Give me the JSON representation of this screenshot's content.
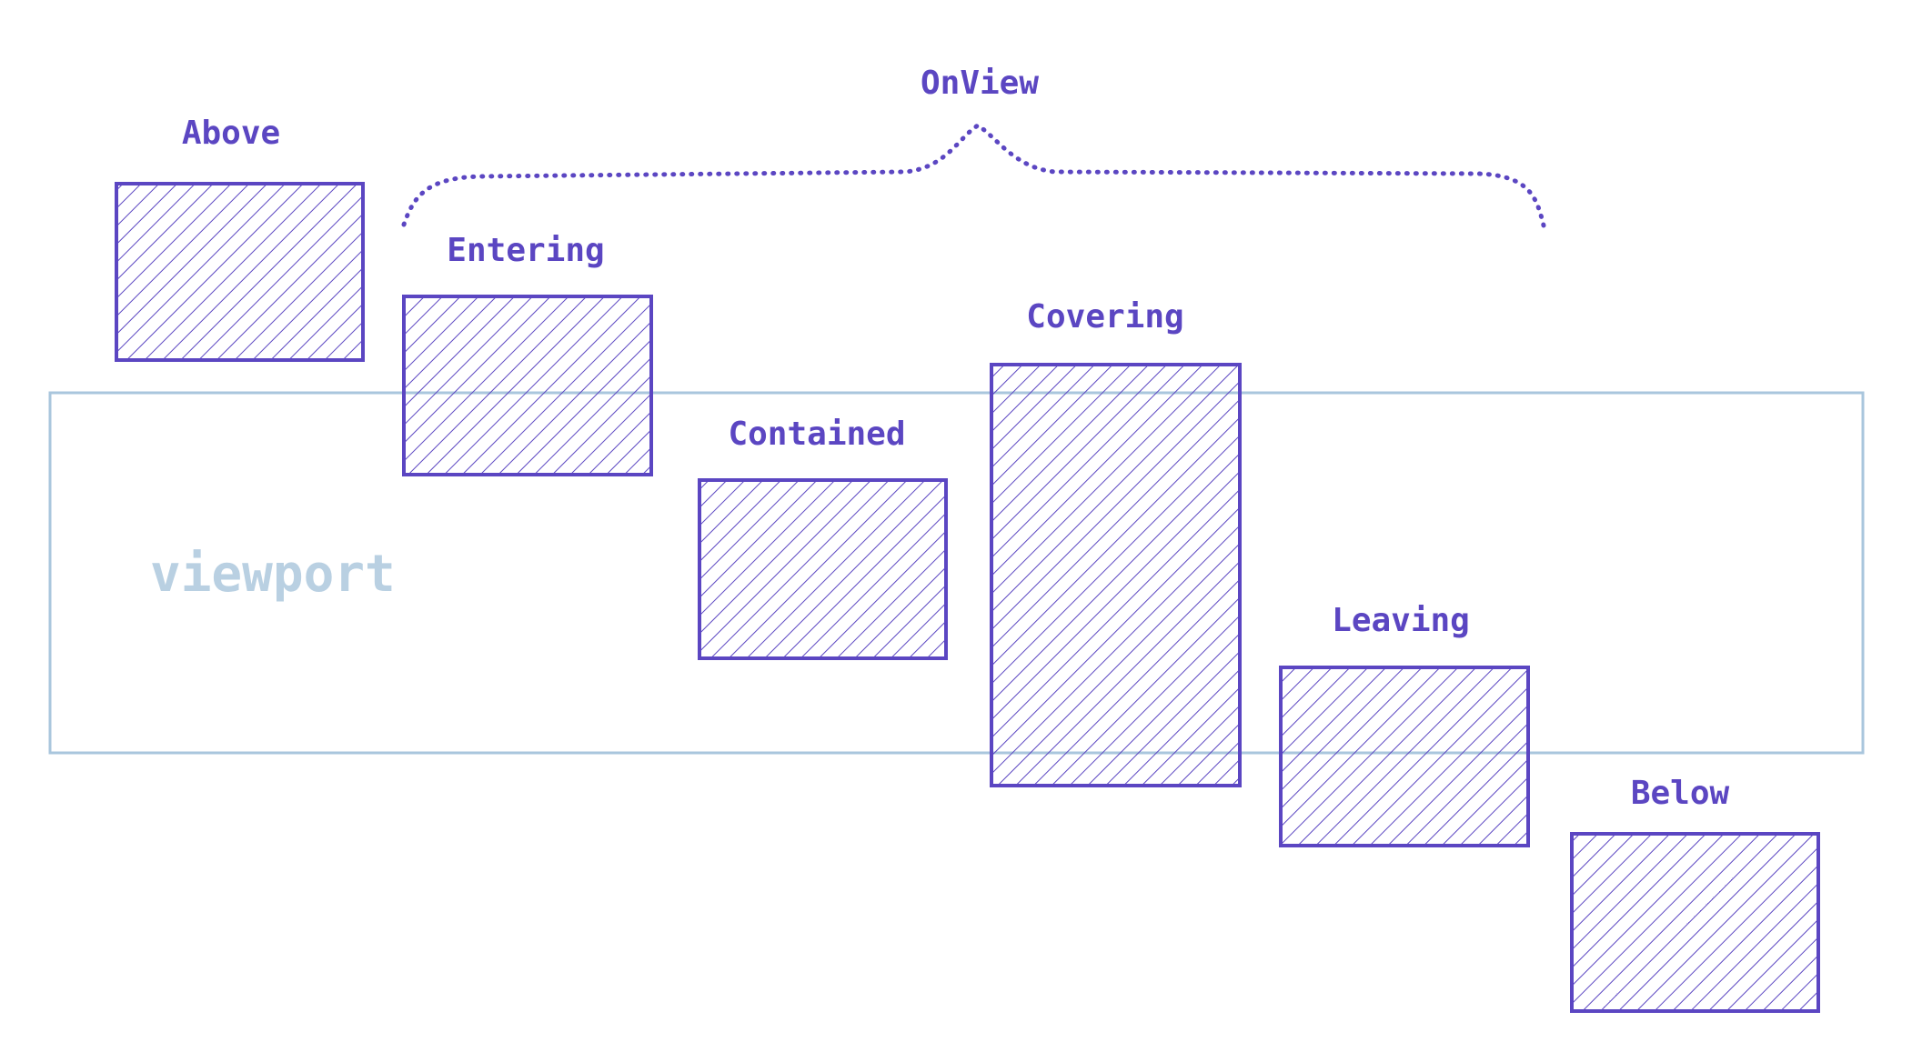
{
  "colors": {
    "accent": "#5b46c2",
    "viewport": "#a9c6dd",
    "viewport_text": "#b9d0e2",
    "background": "#ffffff"
  },
  "labels": {
    "onview": "OnView",
    "viewport": "viewport",
    "above": "Above",
    "entering": "Entering",
    "contained": "Contained",
    "covering": "Covering",
    "leaving": "Leaving",
    "below": "Below"
  }
}
